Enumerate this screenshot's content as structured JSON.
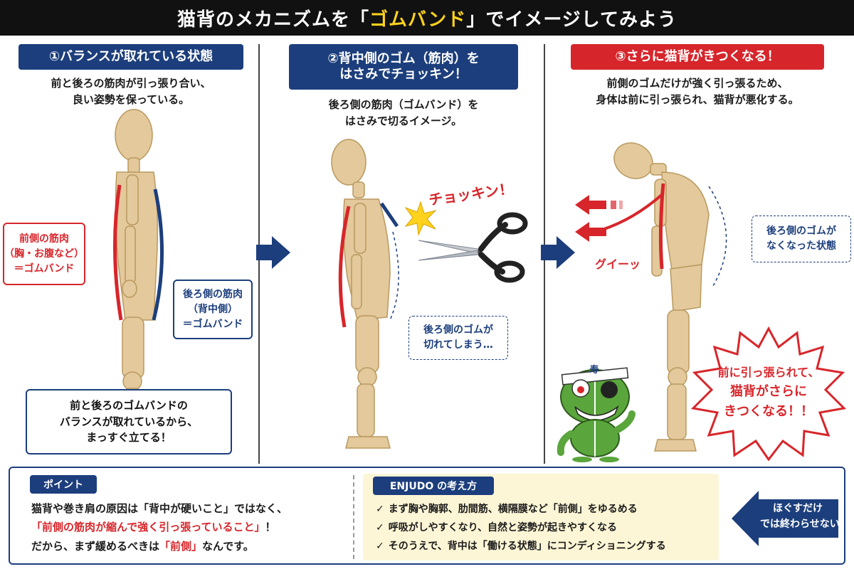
{
  "title": {
    "pre": "猫背のメカニズムを「",
    "highlight": "ゴムバンド",
    "post": "」でイメージしてみよう"
  },
  "panel1": {
    "heading": "①バランスが取れている状態",
    "caption": [
      "前と後ろの筋肉が引っ張り合い、",
      "良い姿勢を保っている。"
    ],
    "front_callout": [
      "前側の筋肉",
      "（胸・お腹など）",
      "＝ゴムバンド"
    ],
    "back_callout": [
      "後ろ側の筋肉",
      "（背中側）",
      "＝ゴムバンド"
    ],
    "bottom_callout": [
      "前と後ろのゴムバンドの",
      "バランスが取れているから、",
      "まっすぐ立てる！"
    ]
  },
  "panel2": {
    "heading": [
      "②背中側のゴム（筋肉）を",
      "はさみでチョッキン！"
    ],
    "caption": [
      "後ろ側の筋肉（ゴムバンド）を",
      "はさみで切るイメージ。"
    ],
    "sound": "チョッキン！",
    "callout": [
      "後ろ側のゴムが",
      "切れてしまう…"
    ]
  },
  "panel3": {
    "heading": "③さらに猫背がきつくなる！",
    "caption": [
      "前側のゴムだけが強く引っ張るため、",
      "身体は前に引っ張られ、猫背が悪化する。"
    ],
    "sound": "グイーッ",
    "callout": [
      "後ろ側のゴムが",
      "なくなった状態"
    ],
    "burst": [
      "前に引っ張られて、",
      "猫背がさらに",
      "きつくなる！！"
    ],
    "mascot_headband": "寿"
  },
  "bottom": {
    "point_label": "ポイント",
    "point_lines": [
      {
        "text": "猫背や巻き肩の原因は「背中が硬いこと」ではなく、"
      },
      {
        "red": "「前側の筋肉が縮んで強く引っ張っていること」",
        "text": "！"
      },
      {
        "pre": "だから、まず緩めるべきは",
        "red": "「前側」",
        "text": "なんです。"
      }
    ],
    "ej_label": "ENJUDO の考え方",
    "ej_items": [
      "まず胸や胸郭、肋間筋、横隔膜など「前側」をゆるめる",
      "呼吸がしやすくなり、自然と姿勢が起きやすくなる",
      "そのうえで、背中は「働ける状態」にコンディショニングする"
    ],
    "check_glyph": "✓",
    "hogu": [
      "ほぐすだけ",
      "では終わらせない！"
    ]
  },
  "colors": {
    "navy": "#1c3e7c",
    "red": "#d7262b",
    "yellow": "#ffd21e",
    "wood": "#e3c99b",
    "frog": "#5aa63c"
  }
}
